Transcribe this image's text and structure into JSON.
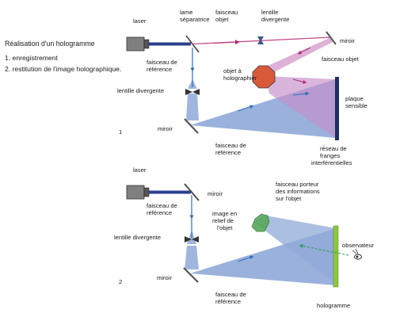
{
  "title": "Réalisation d'un hologramme",
  "steps": [
    "1. enregistrement",
    "2. restitution de l'image holographique."
  ],
  "part1": {
    "number": "1",
    "labels": {
      "laser": "laser",
      "lame": [
        "lame",
        "séparatrice"
      ],
      "faisceau_objet_top": [
        "faisceau",
        "objet"
      ],
      "lentille_top": [
        "lentille",
        "divergente"
      ],
      "miroir_right": "miroir",
      "faisceau_objet_right": "faisceau objet",
      "faisceau_ref_left": [
        "faisceau de",
        "référence"
      ],
      "objet": [
        "objet à",
        "holographier"
      ],
      "lentille_left": "lentille divergente",
      "plaque": [
        "plaque",
        "sensible"
      ],
      "miroir_bottom": "miroir",
      "faisceau_ref_bottom": [
        "faisceau de",
        "référence"
      ],
      "reseau": [
        "réseau de",
        "franges",
        "interférentielles"
      ]
    }
  },
  "part2": {
    "number": "2",
    "labels": {
      "laser": "laser",
      "miroir_top": "miroir",
      "faisceau_ref_left": [
        "faisceau de",
        "référence"
      ],
      "image": [
        "image en",
        "relief de",
        "l'objet"
      ],
      "porteur": [
        "faisceau porteur",
        "des informations",
        "sur l'objet"
      ],
      "lentille_left": "lentille divergente",
      "observateur": "observateur",
      "miroir_bottom": "miroir",
      "faisceau_ref_bottom": [
        "faisceau de",
        "référence"
      ],
      "hologramme": "hologramme"
    }
  },
  "colors": {
    "laser_body": "#7f7f7f",
    "laser_beam": "#2b3f8f",
    "reference_fill": "#8fa9d8",
    "object_fill": "#d8a3cf",
    "object_red": "#d85a3a",
    "plate_dark": "#1f2f5f",
    "hologram_green": "#8dc63f"
  }
}
